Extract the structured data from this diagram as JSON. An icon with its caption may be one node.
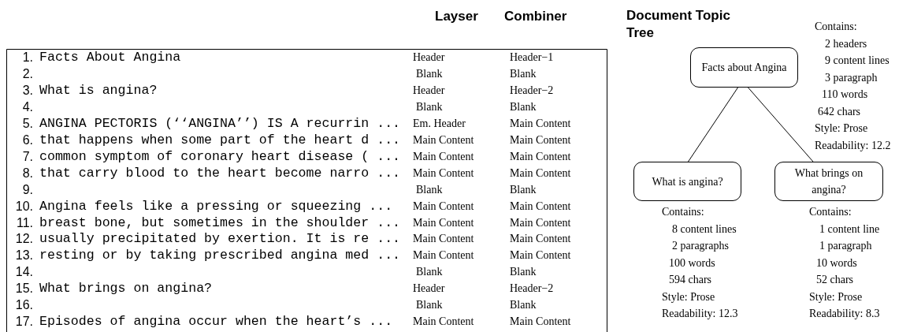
{
  "diagram": {
    "title": "Document Topic Tree",
    "nodes": [
      {
        "text": [
          "Facts about Angina"
        ],
        "beside": [
          "Contains:",
          "2 headers",
          "9 content lines",
          "3 paragraph",
          "110 words",
          "642 chars",
          "Style: Prose",
          "Readability: 12.2"
        ]
      },
      {
        "text": [
          "What is angina?"
        ],
        "beside": [
          "Contains:",
          "8 content lines",
          "2 paragraphs",
          "100 words",
          "594 chars",
          "Style: Prose",
          "Readability: 12.3"
        ]
      },
      {
        "text": [
          "What brings on angina?"
        ],
        "beside": [
          "Contains:",
          "1 content line",
          "1 paragraph",
          "10 words",
          "52 chars",
          "Style: Prose",
          "Readability: 8.3"
        ]
      }
    ],
    "edges": [
      {
        "from": 0,
        "to": 1,
        "arrow": "none"
      },
      {
        "from": 0,
        "to": 2,
        "arrow": "none"
      }
    ],
    "labels": [
      "Layser",
      "Combiner",
      "1.",
      "Facts About Angina",
      "Header",
      "Header−1",
      "2.",
      "Blank",
      "Blank",
      "3.",
      "What is angina?",
      "Header",
      "Header−2",
      "4.",
      "Blank",
      "Blank",
      "5.",
      "ANGINA PECTORIS (‘‘ANGINA’’) IS A recurrin ...",
      "Em. Header",
      "Main Content",
      "6.",
      "that happens when some part of the heart d ...",
      "Main Content",
      "Main Content",
      "7.",
      "common symptom of coronary heart disease ( ...",
      "Main Content",
      "Main Content",
      "8.",
      "that carry blood to the heart become narro ...",
      "Main Content",
      "Main Content",
      "9.",
      "Blank",
      "Blank",
      "10.",
      "Angina feels like a pressing or squeezing ...",
      "Main Content",
      "Main Content",
      "11.",
      "breast bone, but sometimes in the shoulder ...",
      "Main Content",
      "Main Content",
      "12.",
      "usually precipitated by exertion. It is re ...",
      "Main Content",
      "Main Content",
      "13.",
      "resting or by taking prescribed angina med ...",
      "Main Content",
      "Main Content",
      "14.",
      "Blank",
      "Blank",
      "15.",
      "What brings on angina?",
      "Header",
      "Header−2",
      "16.",
      "Blank",
      "Blank",
      "17.",
      "Episodes of angina occur when the heart’s ...",
      "Main Content",
      "Main Content"
    ]
  }
}
